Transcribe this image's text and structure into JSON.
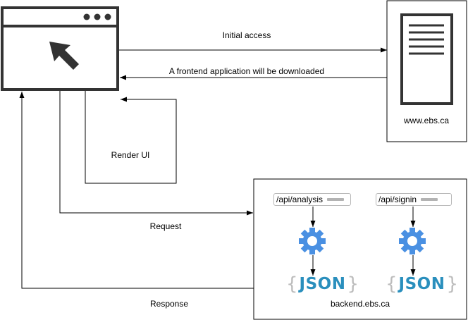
{
  "client": {
    "name": "browser-window"
  },
  "web_server": {
    "host": "www.ebs.ca"
  },
  "backend": {
    "host": "backend.ebs.ca",
    "endpoints": [
      {
        "path": "/api/analysis",
        "format": "JSON"
      },
      {
        "path": "/api/signin",
        "format": "JSON"
      }
    ]
  },
  "flows": {
    "initial_access": "Initial access",
    "frontend_download": "A frontend application will be downloaded",
    "render_ui": "Render UI",
    "request": "Request",
    "response": "Response"
  },
  "json_braces": {
    "open": "{",
    "close": "}"
  },
  "colors": {
    "outline": "#333333",
    "gear": "#4a90e2",
    "json_text": "#2a8fbd",
    "json_brace": "#bcbcbc",
    "endpoint_border": "#b8b8b8"
  }
}
